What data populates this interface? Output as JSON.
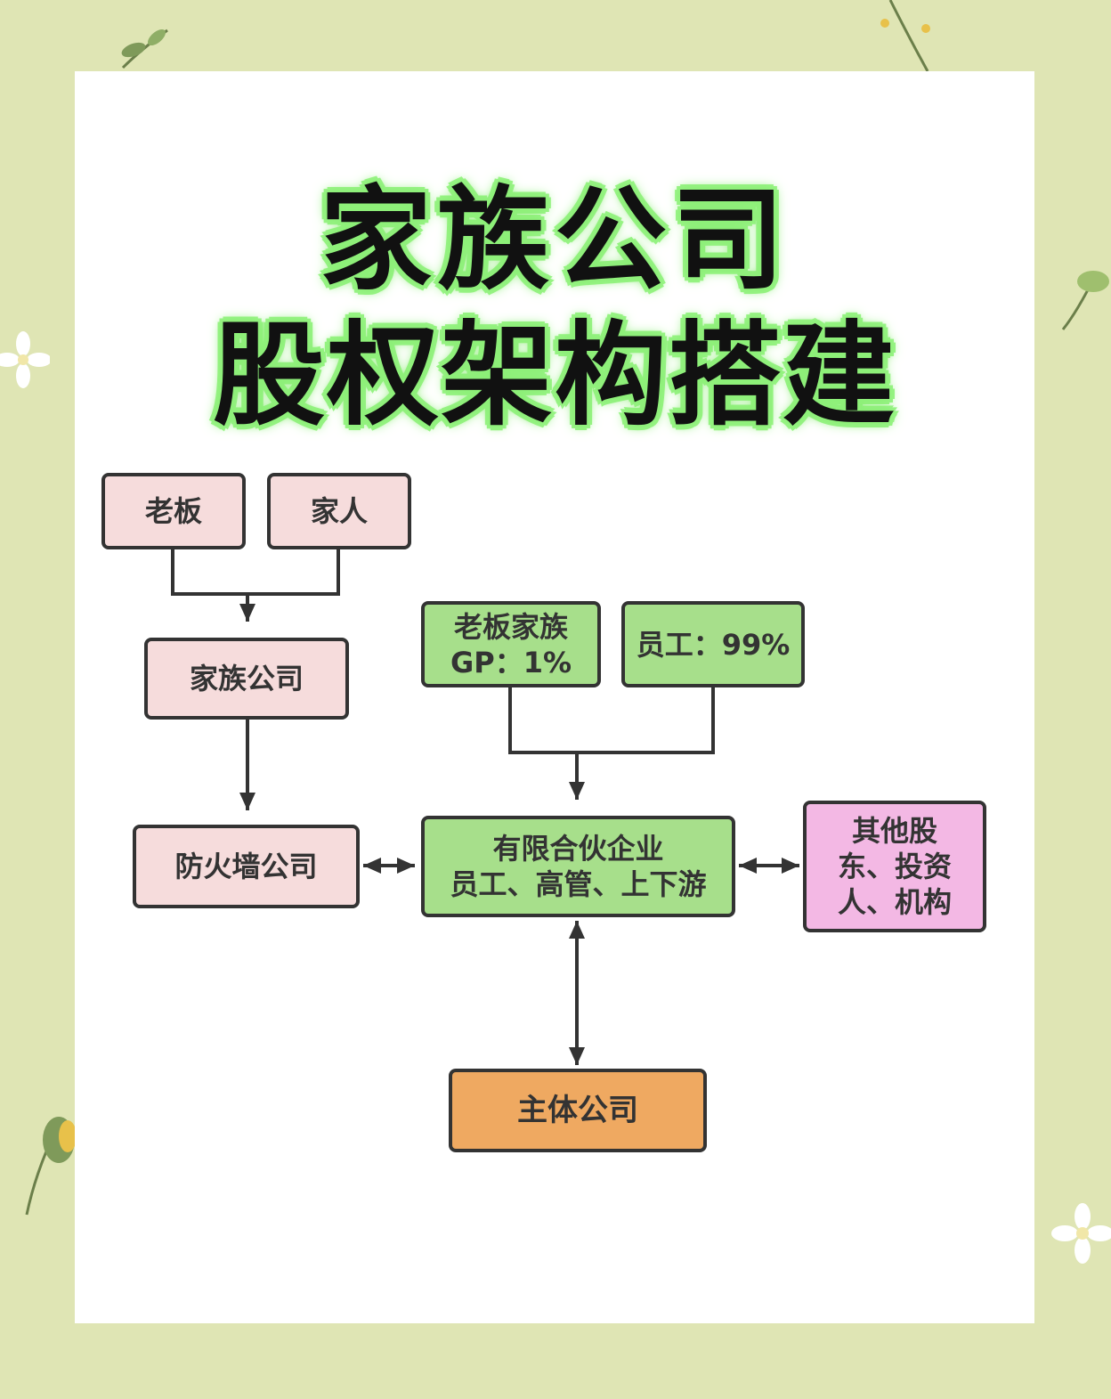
{
  "title": {
    "line1": "家族公司",
    "line2": "股权架构搭建"
  },
  "nodes": {
    "boss": "老板",
    "family": "家人",
    "family_company": "家族公司",
    "firewall_company": "防火墙公司",
    "boss_family_gp": [
      "老板家族",
      "GP：1%"
    ],
    "employees": "员工：99%",
    "limited_partnership": [
      "有限合伙企业",
      "员工、高管、上下游"
    ],
    "other_shareholders": [
      "其他股",
      "东、投资",
      "人、机构"
    ],
    "main_company": "主体公司"
  },
  "colors": {
    "background": "#dfe5b4",
    "card": "#ffffff",
    "title_glow": "#9cf58a",
    "pink_box": "#f6dcdc",
    "green_box": "#a7df8b",
    "magenta_box": "#f3b8e4",
    "orange_box": "#efa961",
    "stroke": "#333333"
  },
  "icons": [
    "leaf-sprig-icon",
    "flower-icon",
    "branch-icon",
    "bud-icon"
  ]
}
